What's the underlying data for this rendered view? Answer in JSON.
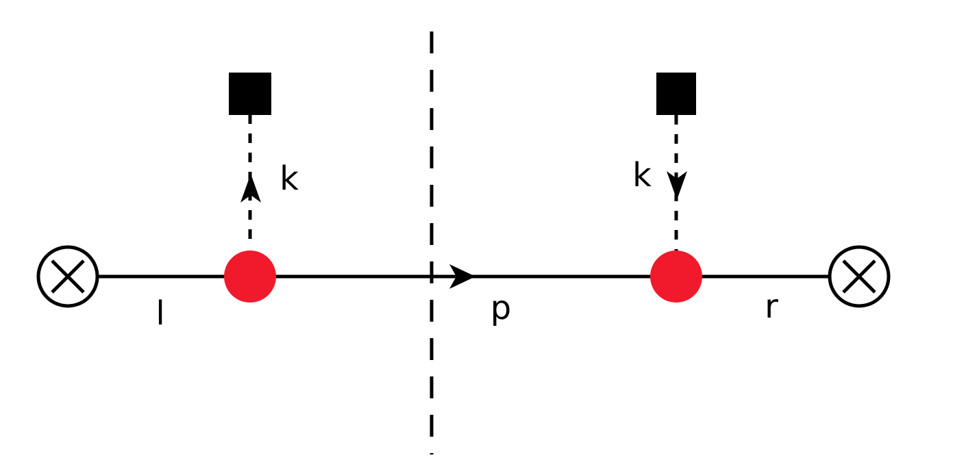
{
  "diagram": {
    "labels": {
      "l": "l",
      "p": "p",
      "r": "r",
      "k_left": "k",
      "k_right": "k"
    },
    "colors": {
      "line": "#000000",
      "vertex": "#f01a2c",
      "source": "#000000",
      "background": "#ffffff"
    },
    "icons": {
      "left_endpoint": "circle-cross-icon",
      "right_endpoint": "circle-cross-icon",
      "left_source": "filled-square-icon",
      "right_source": "filled-square-icon"
    },
    "arrows": {
      "propagator": "right",
      "left_dashed": "up",
      "right_dashed": "down"
    }
  }
}
